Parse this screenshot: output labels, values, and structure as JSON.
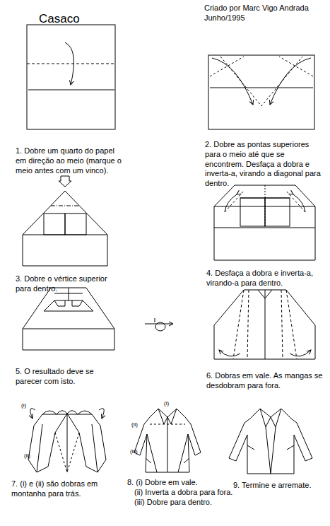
{
  "diagram": {
    "title": "Casaco",
    "labels": [
      "Criado por Marc Vigo Andrada Junho/1995",
      "1. Dobre um quarto do papel em direção ao meio (marque o meio antes com um vinco).",
      "2. Dobre as pontas superiores para o meio até que se encontrem. Desfaça a dobra e inverta-a, virando a diagonal para dentro.",
      "3. Dobre o vértice superior para dentro.",
      "4. Desfaça a dobra e inverta-a, virando-a para dentro.",
      "5. O resultado deve se parecer com isto.",
      "6. Dobras em vale. As mangas se desdobram para fora.",
      "(i)",
      "(ii)",
      "7. (i) e (ii) são dobras em montanha para trás.",
      "(i)",
      "(ii)",
      "(iii)",
      "8. (i) Dobre em vale.",
      "(ii) Inverta a dobra para fora.",
      "(iii) Dobre para dentro.",
      "9. Termine e arremate."
    ]
  }
}
